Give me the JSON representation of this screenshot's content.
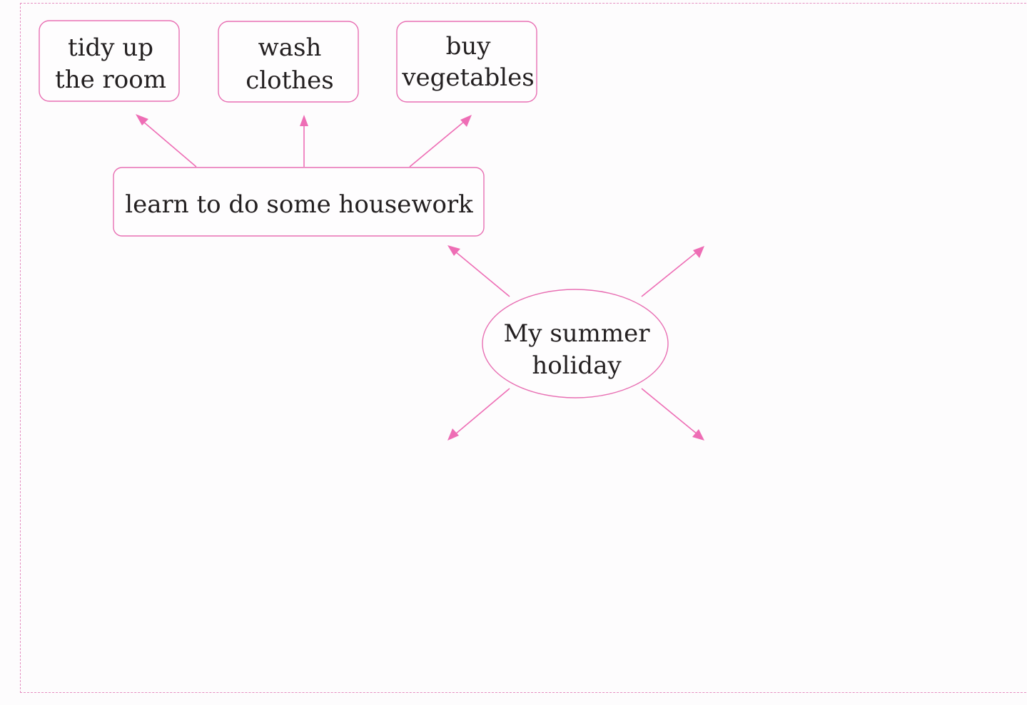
{
  "colors": {
    "accent": "#ee6db5",
    "border": "#e86fb3",
    "frame": "#e58fc1",
    "text": "#231f20",
    "background": "#fdfcfd"
  },
  "center": {
    "line1": "My summer",
    "line2": "holiday"
  },
  "housework": {
    "label": "learn to do some housework"
  },
  "tasks": [
    {
      "line1": "tidy up",
      "line2": "the room"
    },
    {
      "line1": "wash",
      "line2": "clothes"
    },
    {
      "line1": "buy",
      "line2": "vegetables"
    }
  ]
}
